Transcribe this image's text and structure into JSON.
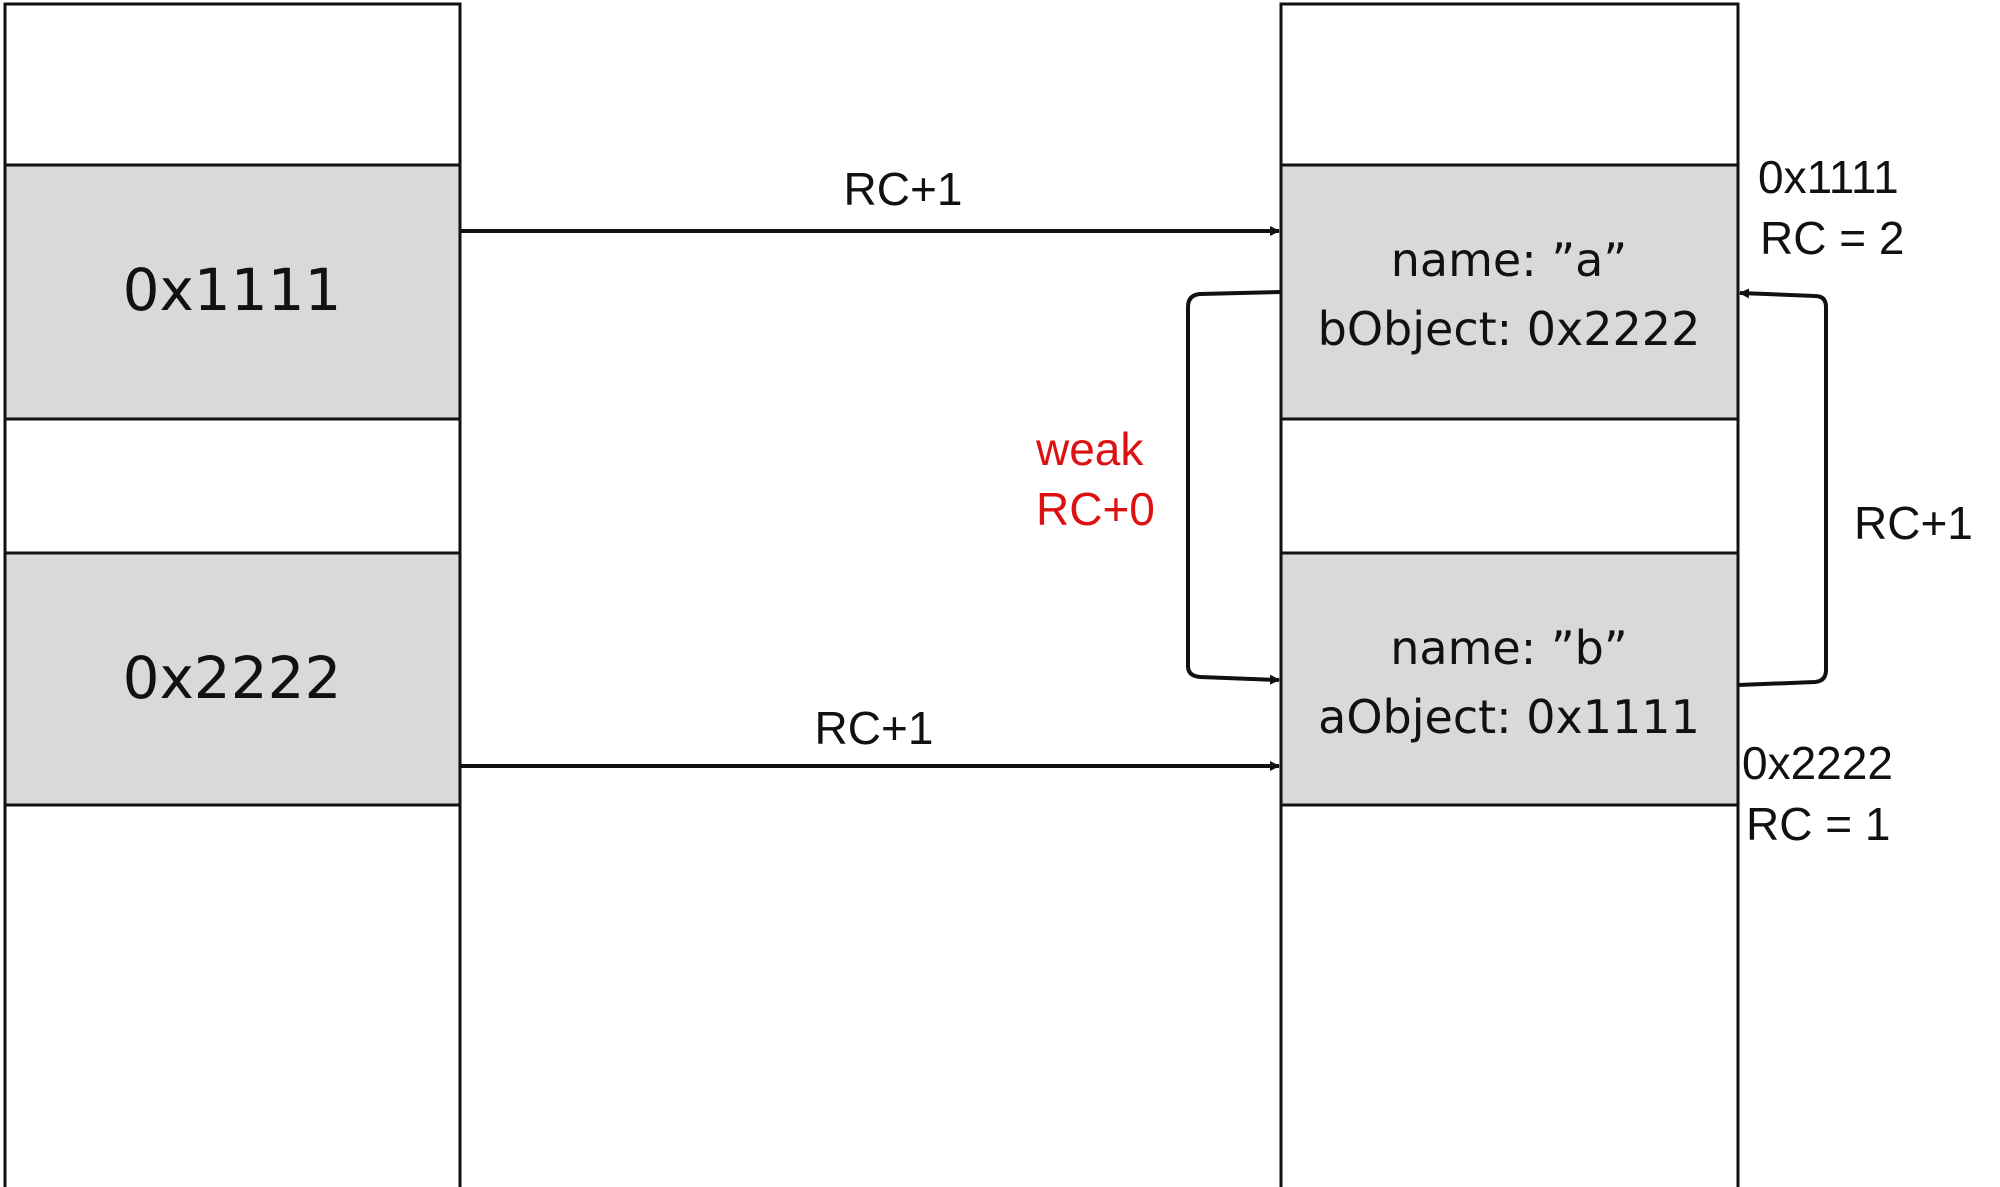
{
  "colors": {
    "stroke": "#111111",
    "cell_fill": "#d9d9d9",
    "background": "#ffffff",
    "weak_label": "#dd1111"
  },
  "stack": {
    "cell_a_value": "0x1111",
    "cell_b_value": "0x2222"
  },
  "heap": {
    "object_a": {
      "line1": "name: ”a”",
      "line2": "bObject: 0x2222",
      "address": "0x1111",
      "rc": "RC = 2"
    },
    "object_b": {
      "line1": "name: ”b”",
      "line2": "aObject: 0x1111",
      "address": "0x2222",
      "rc": "RC = 1"
    }
  },
  "arrows": {
    "stack_a_to_heap_a": "RC+1",
    "stack_b_to_heap_b": "RC+1",
    "b_to_a_strong": "RC+1",
    "a_to_b_weak_line1": "weak",
    "a_to_b_weak_line2": "RC+0"
  }
}
